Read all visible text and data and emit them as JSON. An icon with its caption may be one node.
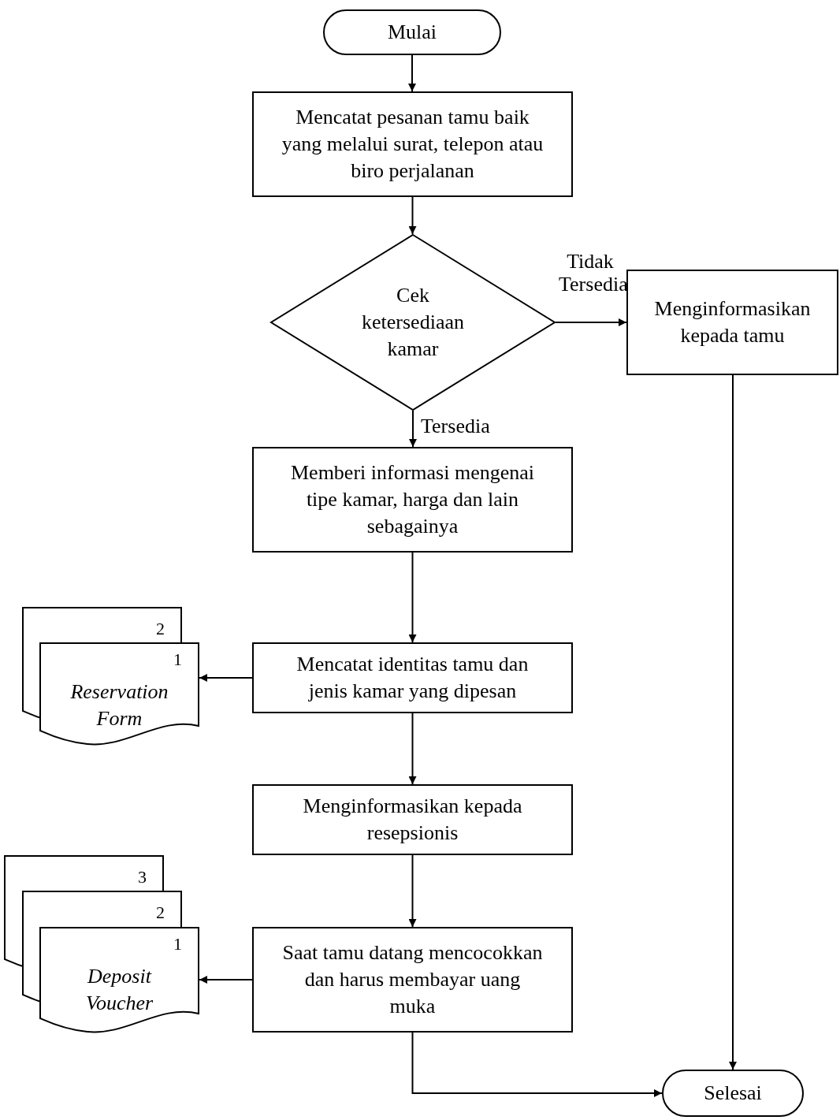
{
  "diagram": {
    "nodes": [
      {
        "text": [
          "Mulai"
        ]
      },
      {
        "text": [
          "Mencatat pesanan tamu baik yang melalui surat, telepon atau biro perjalanan"
        ]
      },
      {
        "text": [
          "Cek ketersediaan kamar"
        ]
      },
      {
        "text": [
          "Menginformasikan kepada tamu"
        ]
      },
      {
        "text": [
          "Memberi informasi mengenai tipe kamar, harga dan lain sebagainya"
        ]
      },
      {
        "text": [
          "Mencatat identitas tamu dan jenis kamar yang dipesan"
        ]
      },
      {
        "text": [
          "Menginformasikan kepada resepsionis"
        ]
      },
      {
        "text": [
          "Saat tamu datang mencocokkan dan harus membayar uang muka"
        ]
      },
      {
        "text": [
          "Selesai"
        ]
      },
      {
        "text": [
          "2"
        ]
      },
      {
        "text": [
          "1",
          "Reservation Form"
        ]
      },
      {
        "text": [
          "3"
        ]
      },
      {
        "text": [
          "2"
        ]
      },
      {
        "text": [
          "1",
          "Deposit Voucher"
        ]
      }
    ],
    "edges": [
      {
        "from": 0,
        "to": 1,
        "arrow": "to"
      },
      {
        "from": 1,
        "to": 2,
        "arrow": "to"
      },
      {
        "from": 2,
        "to": 3,
        "arrow": "to",
        "label": "Tidak Tersedia"
      },
      {
        "from": 2,
        "to": 4,
        "arrow": "to",
        "label": "Tersedia"
      },
      {
        "from": 4,
        "to": 5,
        "arrow": "to"
      },
      {
        "from": 5,
        "to": 10,
        "arrow": "to"
      },
      {
        "from": 5,
        "to": 6,
        "arrow": "to"
      },
      {
        "from": 6,
        "to": 7,
        "arrow": "to"
      },
      {
        "from": 7,
        "to": 13,
        "arrow": "to"
      },
      {
        "from": 3,
        "to": 8,
        "arrow": "to"
      },
      {
        "from": 7,
        "to": 8,
        "arrow": "to"
      }
    ]
  }
}
